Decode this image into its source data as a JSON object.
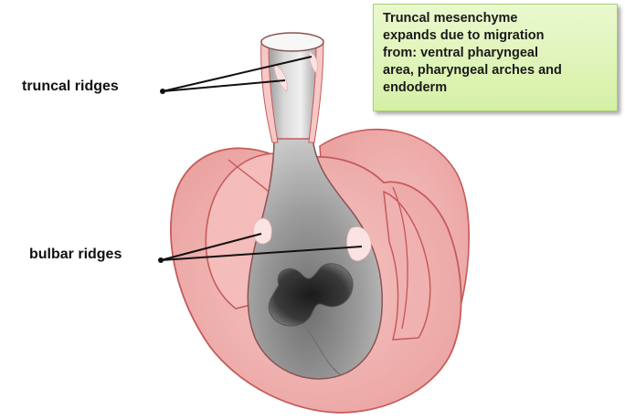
{
  "labels": {
    "truncal_ridges": "truncal ridges",
    "bulbar_ridges": "bulbar ridges"
  },
  "note": {
    "lines": [
      "Truncal mesenchyme",
      "expands due to migration",
      "from: ventral pharyngeal",
      "area, pharyngeal arches and",
      "endoderm"
    ]
  },
  "colors": {
    "heart_fill": "#f2b5b3",
    "heart_outline": "#c65b5b",
    "truncus_gray": "#a8a8a8",
    "ridge_highlight": "#fbe3e3",
    "note_background": "#dff3b8"
  }
}
